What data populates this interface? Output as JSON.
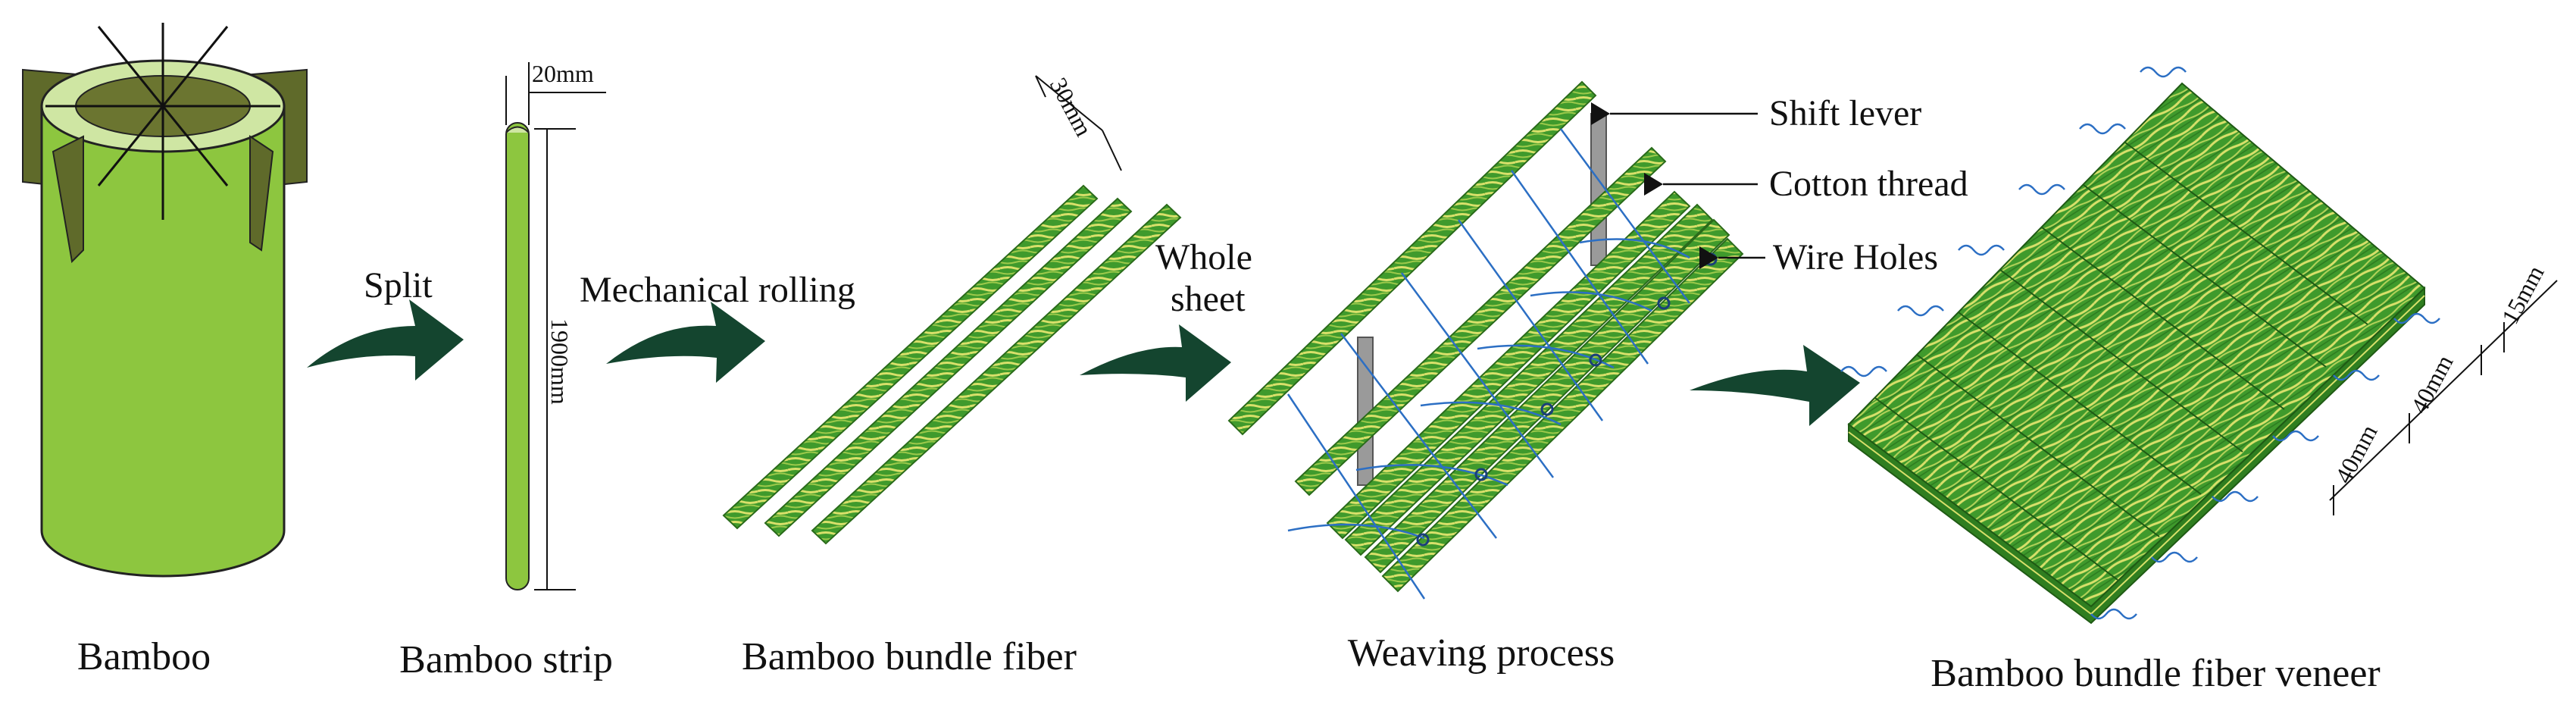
{
  "captions": {
    "bamboo": "Bamboo",
    "bamboo_strip": "Bamboo strip",
    "bundle_fiber": "Bamboo bundle fiber",
    "weaving": "Weaving process",
    "veneer": "Bamboo bundle fiber veneer"
  },
  "steps": {
    "split": "Split",
    "rolling": "Mechanical rolling",
    "whole_1": "Whole",
    "whole_2": "sheet"
  },
  "callouts": {
    "shift_lever": "Shift lever",
    "cotton_thread": "Cotton thread",
    "wire_holes": "Wire Holes"
  },
  "dimensions": {
    "strip_width": "20mm",
    "strip_length": "1900mm",
    "fiber_width": "30mm",
    "veneer_thickness": "15mm",
    "veneer_w1": "40mm",
    "veneer_w2": "40mm"
  },
  "colors": {
    "bamboo_green": "#8dc63f",
    "bamboo_light": "#cfe6a3",
    "bamboo_dark": "#5f6a2a",
    "fiber_green": "#3f9a2c",
    "fiber_yellow": "#d8e06a",
    "arrow": "#14452f",
    "thread": "#2c6fc4"
  }
}
